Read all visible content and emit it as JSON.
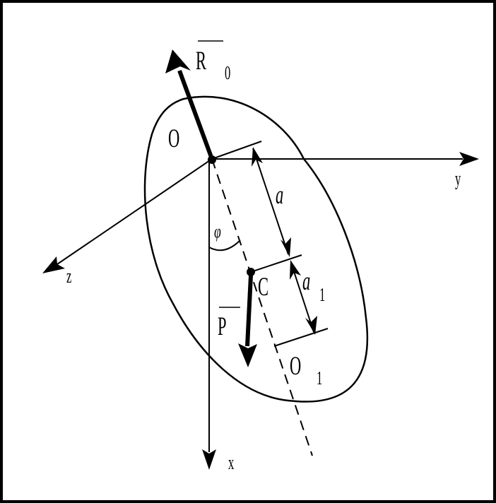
{
  "diagram": {
    "labels": {
      "resultant_force": "R",
      "resultant_force_subscript": "0",
      "pivot_point": "O",
      "axis_y": "y",
      "axis_z": "z",
      "axis_x": "x",
      "distance_a": "a",
      "angle_phi": "φ",
      "center_of_mass": "C",
      "distance_a1": "a",
      "distance_a1_subscript": "1",
      "weight_force": "P",
      "point_o1": "O",
      "point_o1_subscript": "1"
    },
    "colors": {
      "ink": "#000000",
      "background": "#ffffff"
    }
  }
}
